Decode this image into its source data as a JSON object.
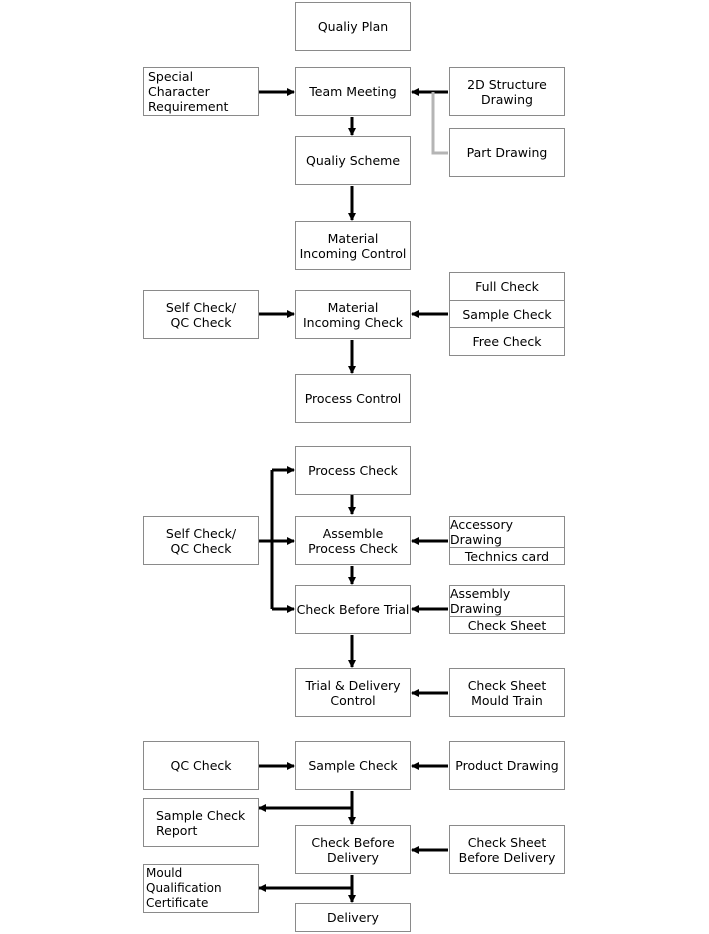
{
  "nodes": {
    "quality_plan": "Qualiy Plan",
    "special_char_l1": "Special Character",
    "special_char_l2": "Requirement",
    "team_meeting": "Team Meeting",
    "structure_2d_l1": "2D Structure",
    "structure_2d_l2": "Drawing",
    "part_drawing": "Part Drawing",
    "quality_scheme": "Qualiy Scheme",
    "material_control_l1": "Material",
    "material_control_l2": "Incoming Control",
    "self_check_1_l1": "Self Check/",
    "self_check_1_l2": "QC Check",
    "material_check_l1": "Material",
    "material_check_l2": "Incoming Check",
    "full_check": "Full Check",
    "sample_check_opt": "Sample Check",
    "free_check": "Free Check",
    "process_control": "Process Control",
    "process_check": "Process Check",
    "self_check_2_l1": "Self Check/",
    "self_check_2_l2": "QC Check",
    "assemble_l1": "Assemble",
    "assemble_l2": "Process Check",
    "accessory_drawing": "Accessory Drawing",
    "technics_card": "Technics card",
    "check_before_trial": "Check Before Trial",
    "assembly_drawing": "Assembly Drawing",
    "check_sheet": "Check Sheet",
    "trial_delivery_l1": "Trial & Delivery",
    "trial_delivery_l2": "Control",
    "check_sheet_mould_l1": "Check Sheet",
    "check_sheet_mould_l2": "Mould Train",
    "qc_check": "QC Check",
    "sample_check": "Sample Check",
    "product_drawing": "Product Drawing",
    "sample_report_l1": "Sample Check",
    "sample_report_l2": "Report",
    "check_before_delivery_l1": "Check Before",
    "check_before_delivery_l2": "Delivery",
    "check_sheet_delivery_l1": "Check Sheet",
    "check_sheet_delivery_l2": "Before Delivery",
    "mould_cert_l1": "Mould Qualification",
    "mould_cert_l2": "Certificate",
    "delivery": "Delivery"
  }
}
